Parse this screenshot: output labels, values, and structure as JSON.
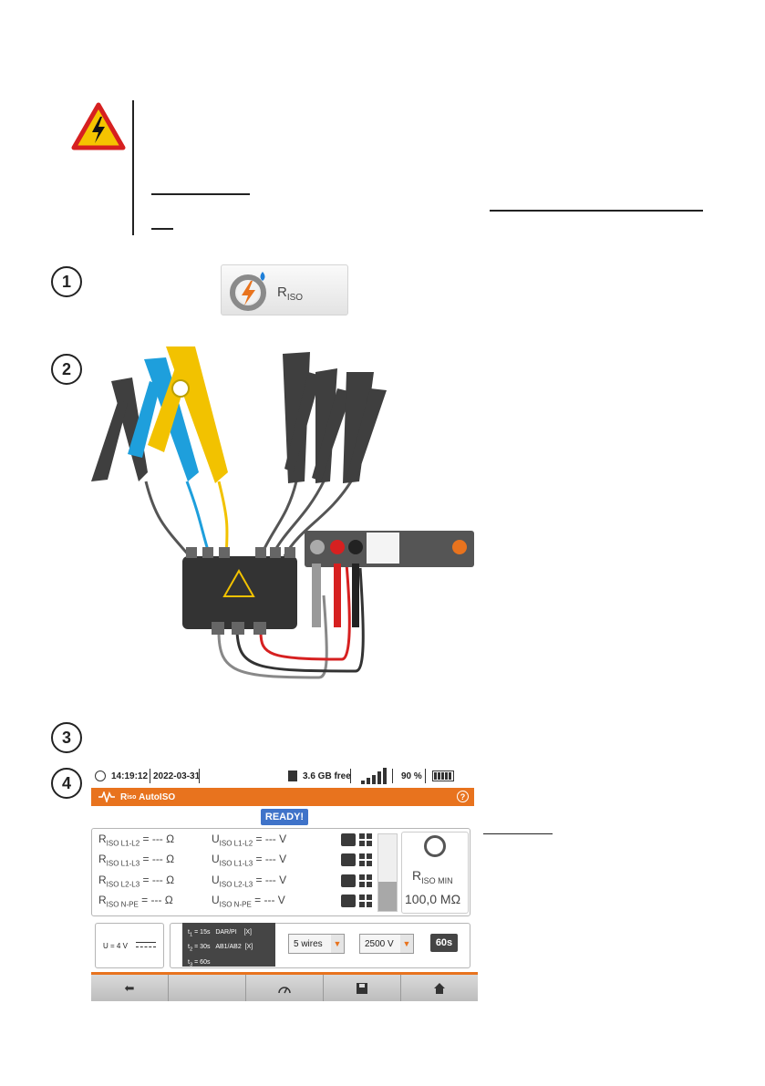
{
  "header_button": {
    "label": "R",
    "sub": "ISO"
  },
  "steps": [
    "1",
    "2",
    "3",
    "4"
  ],
  "meter": {
    "time": "14:19:12",
    "date": "2022-03-31",
    "storage": "3.6 GB free",
    "battery": "90 %",
    "mode_prefix": "R",
    "mode_sub": "iso",
    "mode_name": "AutoISO",
    "status": "READY!",
    "r_rows": [
      {
        "main": "R",
        "sub": "ISO L1-L2",
        "val": " = --- Ω"
      },
      {
        "main": "R",
        "sub": "ISO L1-L3",
        "val": " = --- Ω"
      },
      {
        "main": "R",
        "sub": "ISO L2-L3",
        "val": " = --- Ω"
      },
      {
        "main": "R",
        "sub": "ISO N-PE",
        "val": " = --- Ω"
      }
    ],
    "u_rows": [
      {
        "main": "U",
        "sub": "ISO L1-L2",
        "val": " = --- V"
      },
      {
        "main": "U",
        "sub": "ISO L1-L3",
        "val": " = --- V"
      },
      {
        "main": "U",
        "sub": "ISO L2-L3",
        "val": " = --- V"
      },
      {
        "main": "U",
        "sub": "ISO N-PE",
        "val": " = --- V"
      }
    ],
    "min_label_main": "R",
    "min_label_sub": "ISO MIN",
    "min_value": "100,0 MΩ",
    "bar_fill_fraction": 0.38,
    "voltage_readout": "U = 4 V",
    "timing": [
      {
        "t": "t",
        "n": "1",
        "v": " = 15s",
        "opt": "DAR/PI",
        "mark": "[X]"
      },
      {
        "t": "t",
        "n": "2",
        "v": " = 30s",
        "opt": "AB1/AB2",
        "mark": "[X]"
      },
      {
        "t": "t",
        "n": "3",
        "v": " = 60s",
        "opt": "",
        "mark": ""
      }
    ],
    "wires_select": "5 wires",
    "voltage_select": "2500 V",
    "duration_button": "60s"
  },
  "colors": {
    "accent": "#e8731e",
    "ready": "#3f73c9",
    "clamp_blue": "#1e9fdc",
    "clamp_yellow": "#f2c200"
  }
}
